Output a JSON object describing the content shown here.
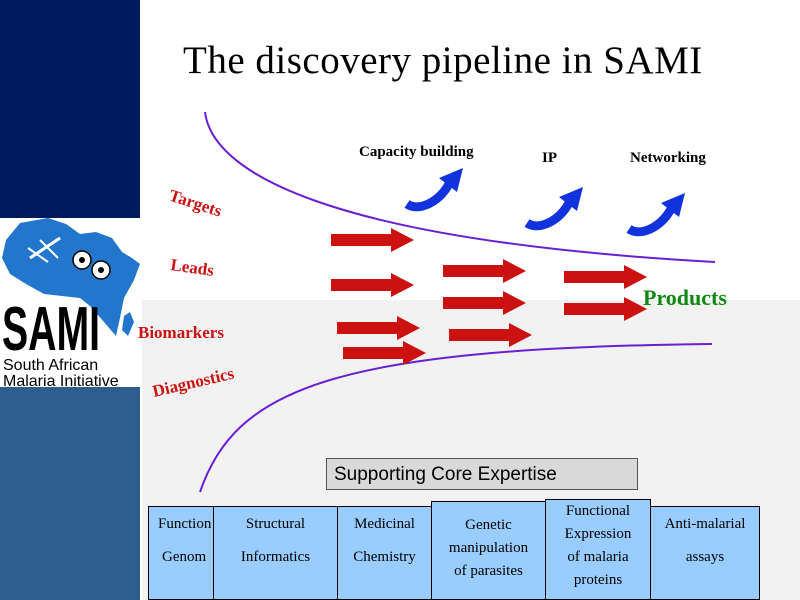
{
  "slide": {
    "title": "The discovery pipeline in SAMI"
  },
  "logo": {
    "name": "SAMI",
    "line1": "South African",
    "line2": "Malaria Initiative"
  },
  "pipeline_stages": [
    "Targets",
    "Leads",
    "Biomarkers",
    "Diagnostics"
  ],
  "outputs": [
    "Capacity building",
    "IP",
    "Networking"
  ],
  "result": "Products",
  "core_expertise": {
    "title": "Supporting Core Expertise",
    "boxes": [
      {
        "lines": [
          "Function",
          "Genom"
        ]
      },
      {
        "lines": [
          "Structural",
          "Informatics"
        ]
      },
      {
        "lines": [
          "Medicinal",
          "Chemistry"
        ]
      },
      {
        "lines": [
          "Genetic",
          "manipulation",
          "of parasites"
        ]
      },
      {
        "lines": [
          "Functional",
          "Expression",
          "of  malaria",
          "proteins"
        ]
      },
      {
        "lines": [
          "Anti-malarial",
          "assays"
        ]
      }
    ]
  },
  "colors": {
    "dark_navy": "#001a5e",
    "steel_blue": "#2e5e8f",
    "arrow_red": "#cc1111",
    "curve_purple": "#6a1fd1",
    "output_arrow_blue": "#1133dd",
    "products_green": "#118811",
    "box_fill": "#99ccff"
  }
}
